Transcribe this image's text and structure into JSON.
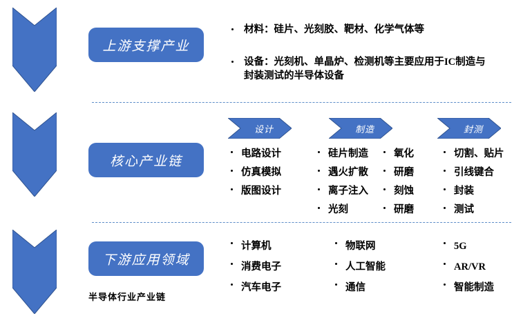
{
  "colors": {
    "accent_blue": "#4472C4",
    "divider_blue": "#5B8CC8",
    "text": "#000000",
    "label_text": "#FFFFFF"
  },
  "caption": "半导体行业产业链",
  "rows": [
    {
      "id": "upstream",
      "label": "上游支撑产业",
      "arrow_icon": "down-chevron-arrow-icon",
      "items": [
        "材料：硅片、光刻胶、靶材、化学气体等",
        "设备：光刻机、单晶炉、检测机等主要应用于IC制造与封装测试的半导体设备"
      ]
    },
    {
      "id": "core",
      "label": "核心产业链",
      "arrow_icon": "down-chevron-arrow-icon",
      "steps": [
        {
          "title": "设计",
          "columns": [
            [
              "电路设计",
              "仿真模拟",
              "版图设计"
            ]
          ]
        },
        {
          "title": "制造",
          "columns": [
            [
              "硅片制造",
              "遇火扩散",
              "离子注入",
              "光刻"
            ],
            [
              "氧化",
              "研磨",
              "刻蚀",
              "研磨"
            ]
          ]
        },
        {
          "title": "封测",
          "columns": [
            [
              "切割、贴片",
              "引线键合",
              "封装",
              "测试"
            ]
          ]
        }
      ]
    },
    {
      "id": "downstream",
      "label": "下游应用领域",
      "arrow_icon": "down-chevron-arrow-icon",
      "columns": [
        [
          "计算机",
          "消费电子",
          "汽车电子"
        ],
        [
          "物联网",
          "人工智能",
          "通信"
        ],
        [
          "5G",
          "AR/VR",
          "智能制造"
        ]
      ]
    }
  ]
}
